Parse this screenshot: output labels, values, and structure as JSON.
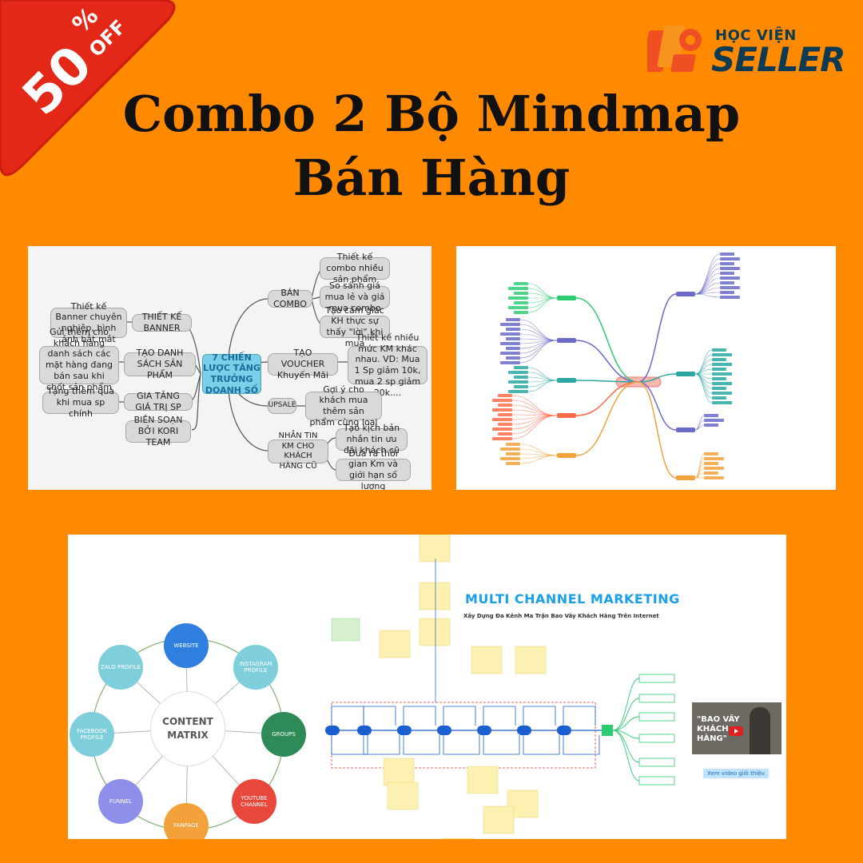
{
  "badge": {
    "percent": "50",
    "symbol": "%",
    "off": "OFF",
    "color": "#E32817"
  },
  "logo": {
    "line1": "HỌC VIỆN",
    "line2": "SELLER"
  },
  "title": {
    "line1": "Combo 2 Bộ Mindmap",
    "line2": "Bán Hàng"
  },
  "mindmap1": {
    "center": "7 CHIẾN LƯỢC TĂNG TRƯỞNG DOANH SỐ",
    "left": [
      {
        "branch": "THIẾT KẾ BANNER",
        "leaf": "Thiết kế Banner chuyên nghiệp, hình ảnh bắt mắt"
      },
      {
        "branch": "TẠO DANH SÁCH SẢN PHẨM",
        "leaf": "Gửi thêm cho khách hàng danh sách các mặt hàng đang bán sau khi chốt sản phẩm chính"
      },
      {
        "branch": "GIA TĂNG GIÁ TRỊ SP",
        "leaf": "Tặng thêm quà khi mua sp chính"
      },
      {
        "branch": "BIÊN SOẠN BỞI KORI TEAM",
        "leaf": ""
      }
    ],
    "right": [
      {
        "branch": "BÁN COMBO",
        "leaves": [
          "Thiết kế combo nhiều sản phẩm",
          "So sánh giá mua lẻ và giá mua combo",
          "Tạo cảm giác KH thực sự thấy \"lời\" khi mua"
        ]
      },
      {
        "branch": "TẠO VOUCHER Khuyến Mãi",
        "leaves": [
          "Thiết kế nhiều mức KM khác nhau. VD: Mua 1 Sp giảm 10k, mua 2 sp giảm 20k...."
        ]
      },
      {
        "branch": "UPSALE",
        "leaves": [
          "Gợi ý cho khách mua thêm sản phẩm cùng loại"
        ]
      },
      {
        "branch": "NHẮN TIN KM CHO KHÁCH HÀNG CŨ",
        "leaves": [
          "Tạo kịch bản nhắn tin ưu đãi khách cũ",
          "Đưa ra thời gian Km và giới hạn số lượng"
        ]
      }
    ]
  },
  "mindmap3": {
    "heading": "MULTI CHANNEL MARKETING",
    "subheading": "Xây Dựng Đa Kênh Ma Trận Bao Vây Khách Hàng Trên Internet",
    "matrix": {
      "line1": "CONTENT",
      "line2": "MATRIX"
    },
    "channels": {
      "website": "WEBSITE",
      "instagram": "INSTAGRAM PROFILE",
      "groups": "GROUPS",
      "youtube": "YOUTUBE CHANNEL",
      "fanpage": "FANPAGE",
      "funnel": "FUNNEL",
      "facebook": "FACEBOOK PROFILE",
      "zalo": "ZALO PROFILE"
    },
    "video_text": "\"BAO VÂY KHÁCH HÀNG\"",
    "video_button": "Xem video giới thiệu"
  }
}
